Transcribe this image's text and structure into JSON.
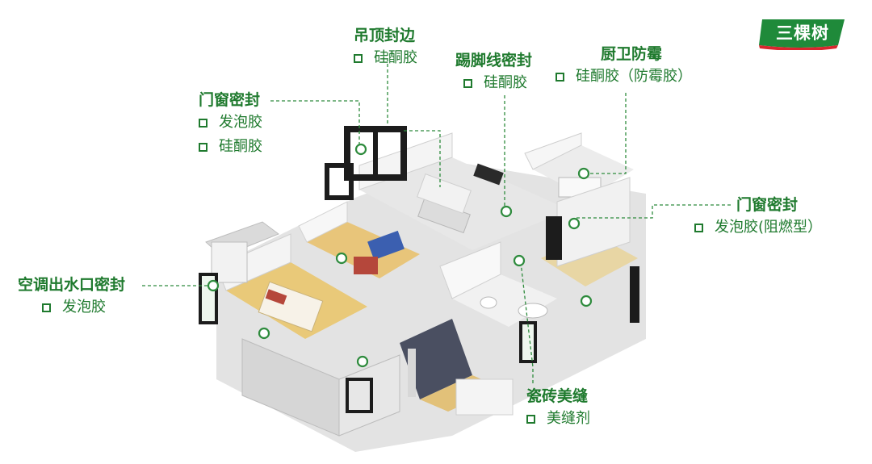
{
  "brand": {
    "logo_text": "三棵树",
    "logo_bg": "#1f8a3a",
    "logo_accent": "#d8262e"
  },
  "accent_color": "#1f7a2e",
  "labels": {
    "ceiling": {
      "title": "吊顶封边",
      "items": [
        "硅酮胶"
      ]
    },
    "skirting": {
      "title": "踢脚线密封",
      "items": [
        "硅酮胶"
      ]
    },
    "kitchen": {
      "title": "厨卫防霉",
      "items": [
        "硅酮胶（防霉胶）"
      ]
    },
    "win_left": {
      "title": "门窗密封",
      "items": [
        "发泡胶",
        "硅酮胶"
      ]
    },
    "win_right": {
      "title": "门窗密封",
      "items": [
        "发泡胶(阻燃型）"
      ]
    },
    "ac": {
      "title": "空调出水口密封",
      "items": [
        "发泡胶"
      ]
    },
    "tile": {
      "title": "瓷砖美缝",
      "items": [
        "美缝剂"
      ]
    }
  },
  "icons": {
    "checkbox": "square-outline-icon",
    "marker": "ring-marker-icon"
  }
}
